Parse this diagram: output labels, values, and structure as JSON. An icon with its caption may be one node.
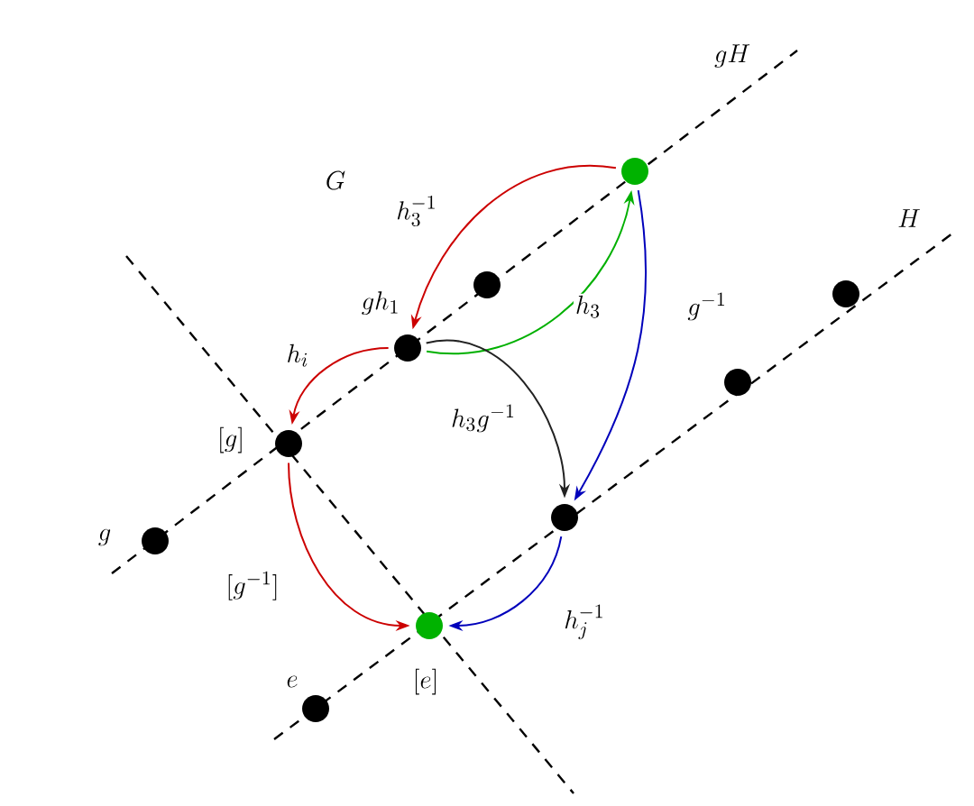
{
  "diagram": {
    "nodes": [
      {
        "text": [],
        "shape": "circle"
      },
      {
        "text": [],
        "shape": "circle",
        "beside": [
          "gh_1"
        ]
      },
      {
        "text": [],
        "shape": "circle"
      },
      {
        "text": [],
        "shape": "circle",
        "beside": [
          "[g]"
        ]
      },
      {
        "text": [],
        "shape": "circle",
        "beside": [
          "g"
        ]
      },
      {
        "text": [],
        "shape": "circle"
      },
      {
        "text": [],
        "shape": "circle"
      },
      {
        "text": [],
        "shape": "circle"
      },
      {
        "text": [],
        "shape": "circle",
        "beside": [
          "[e]"
        ]
      },
      {
        "text": [],
        "shape": "circle",
        "beside": [
          "e"
        ]
      }
    ],
    "edges": [
      {
        "from": 0,
        "to": 1,
        "arrow": "to",
        "label": "h_3^{-1}",
        "color": "#cc0000"
      },
      {
        "from": 1,
        "to": 0,
        "arrow": "to",
        "label": "h_3",
        "color": "#00b000"
      },
      {
        "from": 1,
        "to": 3,
        "arrow": "to",
        "label": "h_i",
        "color": "#cc0000"
      },
      {
        "from": 1,
        "to": 5,
        "arrow": "to",
        "label": "h_3g^{-1}",
        "color": "#222222"
      },
      {
        "from": 0,
        "to": 5,
        "arrow": "to",
        "label": "g^{-1}",
        "color": "#0000bb"
      },
      {
        "from": 3,
        "to": 8,
        "arrow": "to",
        "label": "[g^{-1}]",
        "color": "#cc0000"
      },
      {
        "from": 5,
        "to": 8,
        "arrow": "to",
        "label": "h_j^{-1}",
        "color": "#0000bb"
      }
    ],
    "labels": [
      "G",
      "gH",
      "H"
    ]
  }
}
